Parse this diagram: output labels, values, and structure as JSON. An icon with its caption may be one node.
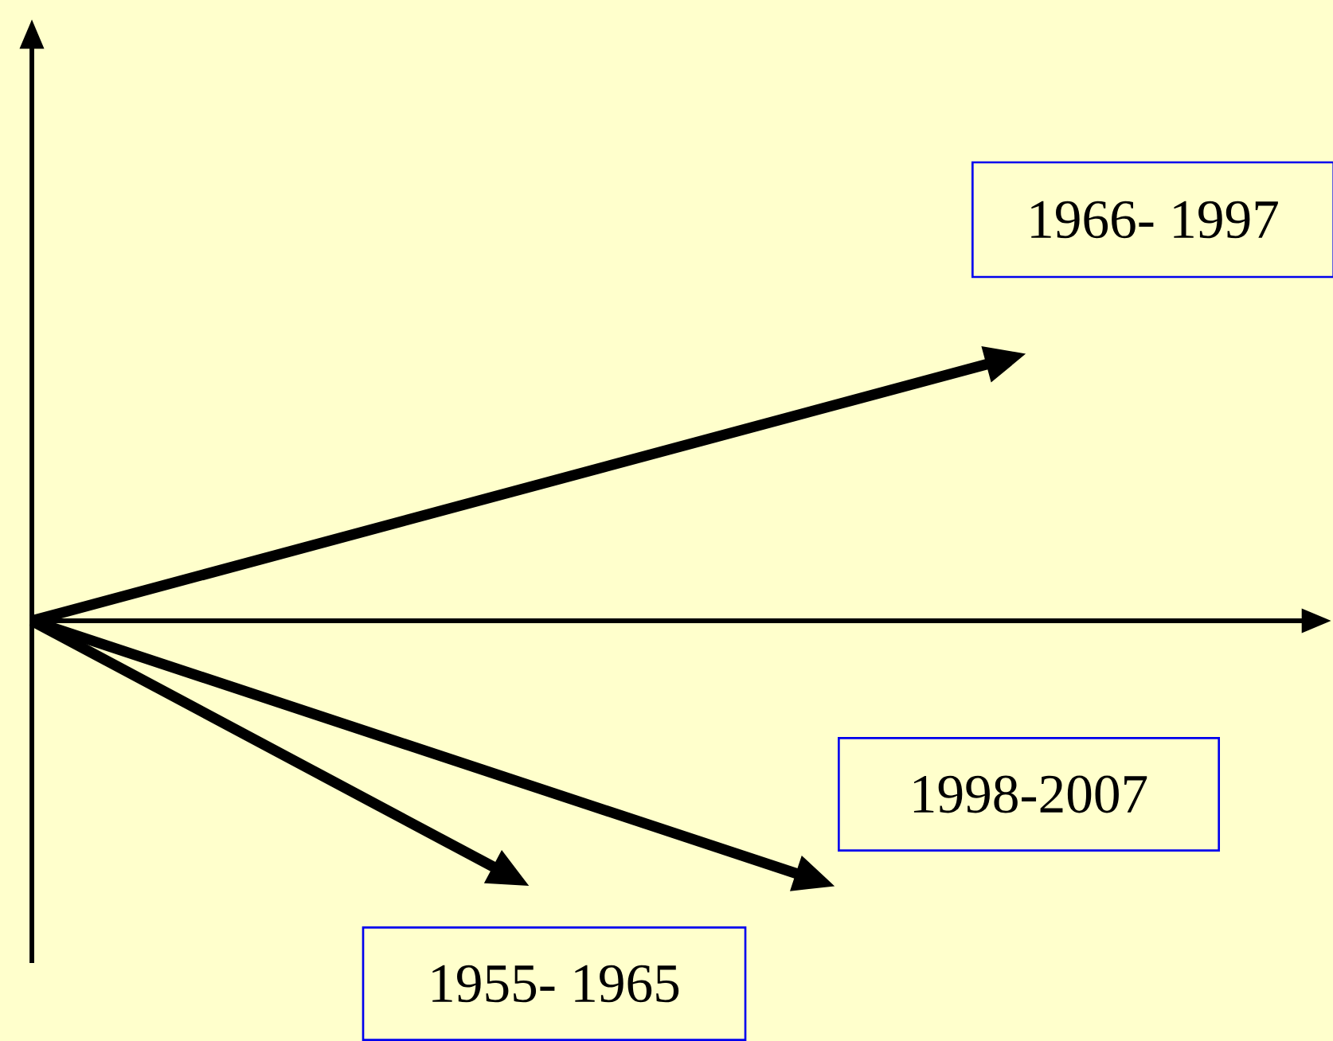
{
  "diagram": {
    "nodes": [
      {
        "text": [
          "1966- 1997"
        ]
      },
      {
        "text": [
          "1998-2007"
        ]
      },
      {
        "text": [
          "1955- 1965"
        ]
      }
    ]
  }
}
